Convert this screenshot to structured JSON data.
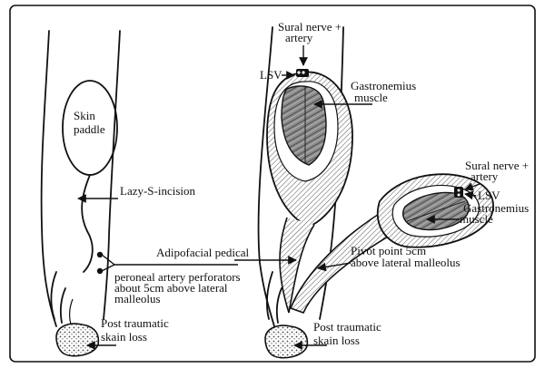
{
  "labels": {
    "skin_paddle": [
      "Skin",
      "paddle"
    ],
    "lazy_s_incision": "Lazy-S-incision",
    "perforators": [
      "peroneal artery perforators",
      "about 5cm above lateral",
      "malleolus"
    ],
    "post_traumatic_left": [
      "Post traumatic",
      "skain loss"
    ],
    "post_traumatic_right": [
      "Post traumatic",
      "skain loss"
    ],
    "sural_top": [
      "Sural nerve +",
      "artery"
    ],
    "lsv_top": "LSV",
    "gastro_top": [
      "Gastronemius",
      "muscle"
    ],
    "adipofacial": "Adipofacial pedical",
    "pivot": [
      "Pivot point 5cm",
      "above lateral malleolus"
    ],
    "sural_right": [
      "Sural nerve +",
      "artery"
    ],
    "lsv_right": "LSV",
    "gastro_right": [
      "Gastronemius",
      "muscle"
    ]
  },
  "colors": {
    "ink": "#111111",
    "shade": "#9a9a9a",
    "muscle_fill": "#7a7a7a",
    "background": "#ffffff"
  }
}
